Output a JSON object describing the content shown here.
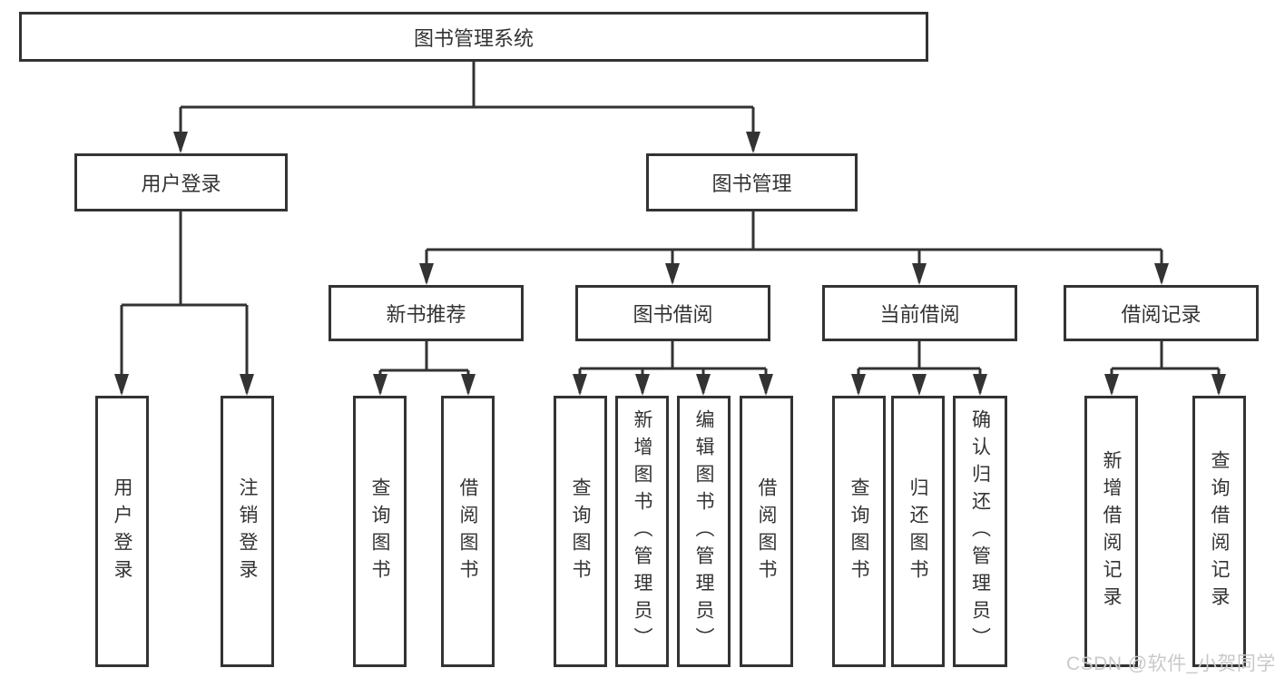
{
  "tree": {
    "label": "图书管理系统",
    "children": [
      {
        "label": "用户登录",
        "children": [
          {
            "label": "用户登录"
          },
          {
            "label": "注销登录"
          }
        ]
      },
      {
        "label": "图书管理",
        "children": [
          {
            "label": "新书推荐",
            "children": [
              {
                "label": "查询图书"
              },
              {
                "label": "借阅图书"
              }
            ]
          },
          {
            "label": "图书借阅",
            "children": [
              {
                "label": "查询图书"
              },
              {
                "label": "新增图书（管理员）"
              },
              {
                "label": "编辑图书（管理员）"
              },
              {
                "label": "借阅图书"
              }
            ]
          },
          {
            "label": "当前借阅",
            "children": [
              {
                "label": "查询图书"
              },
              {
                "label": "归还图书"
              },
              {
                "label": "确认归还（管理员）"
              }
            ]
          },
          {
            "label": "借阅记录",
            "children": [
              {
                "label": "新增借阅记录"
              },
              {
                "label": "查询借阅记录"
              }
            ]
          }
        ]
      }
    ]
  },
  "watermark": {
    "text": "CSDN @软件_小贺同学"
  },
  "colors": {
    "line": "#333333",
    "box_border": "#333333",
    "text": "#333333",
    "watermark": "#c9c9c9",
    "background": "#ffffff"
  }
}
